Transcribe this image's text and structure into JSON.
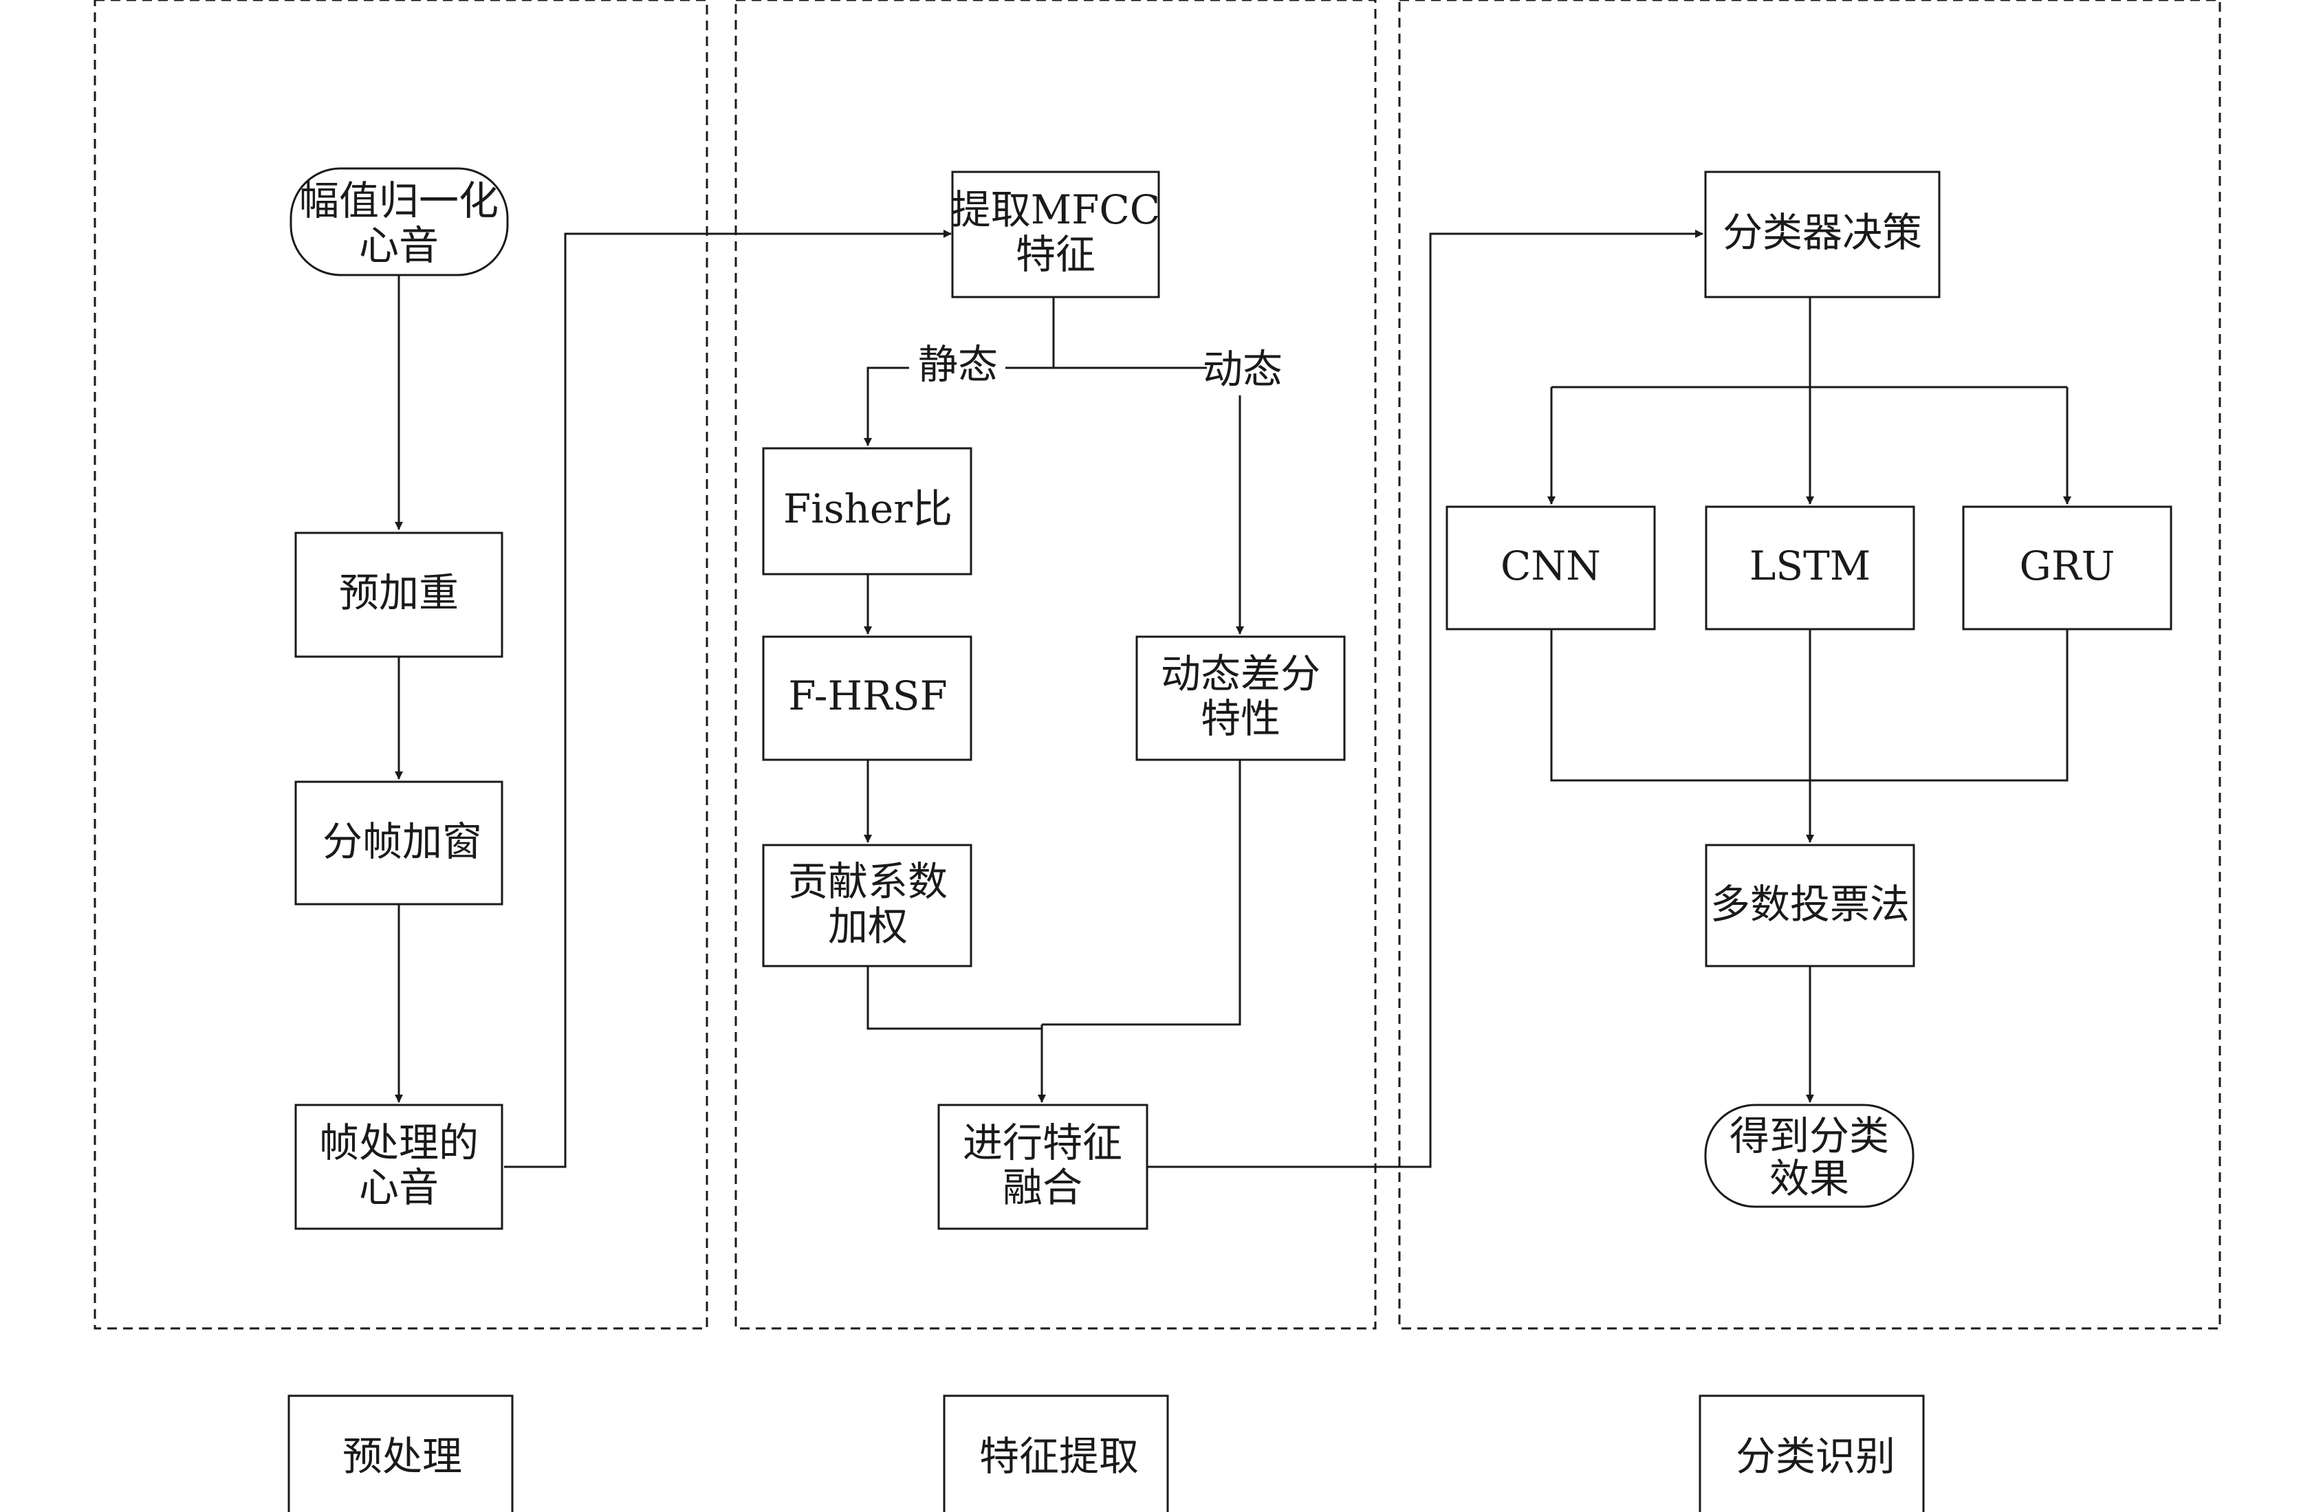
{
  "stages": {
    "preprocess": "预处理",
    "feature": "特征提取",
    "classify": "分类识别"
  },
  "preprocess": {
    "norm": [
      "幅值归一化",
      "心音"
    ],
    "preemph": "预加重",
    "window": "分帧加窗",
    "frames": [
      "帧处理的",
      "心音"
    ]
  },
  "feature": {
    "mfcc": [
      "提取MFCC",
      "特征"
    ],
    "static_label": "静态",
    "dynamic_label": "动态",
    "fisher": "Fisher比",
    "fhrsf": "F-HRSF",
    "weight": [
      "贡献系数",
      "加权"
    ],
    "dyndiff": [
      "动态差分",
      "特性"
    ],
    "fusion": [
      "进行特征",
      "融合"
    ]
  },
  "classify": {
    "decision": "分类器决策",
    "cnn": "CNN",
    "lstm": "LSTM",
    "gru": "GRU",
    "vote": "多数投票法",
    "result": [
      "得到分类",
      "效果"
    ]
  }
}
